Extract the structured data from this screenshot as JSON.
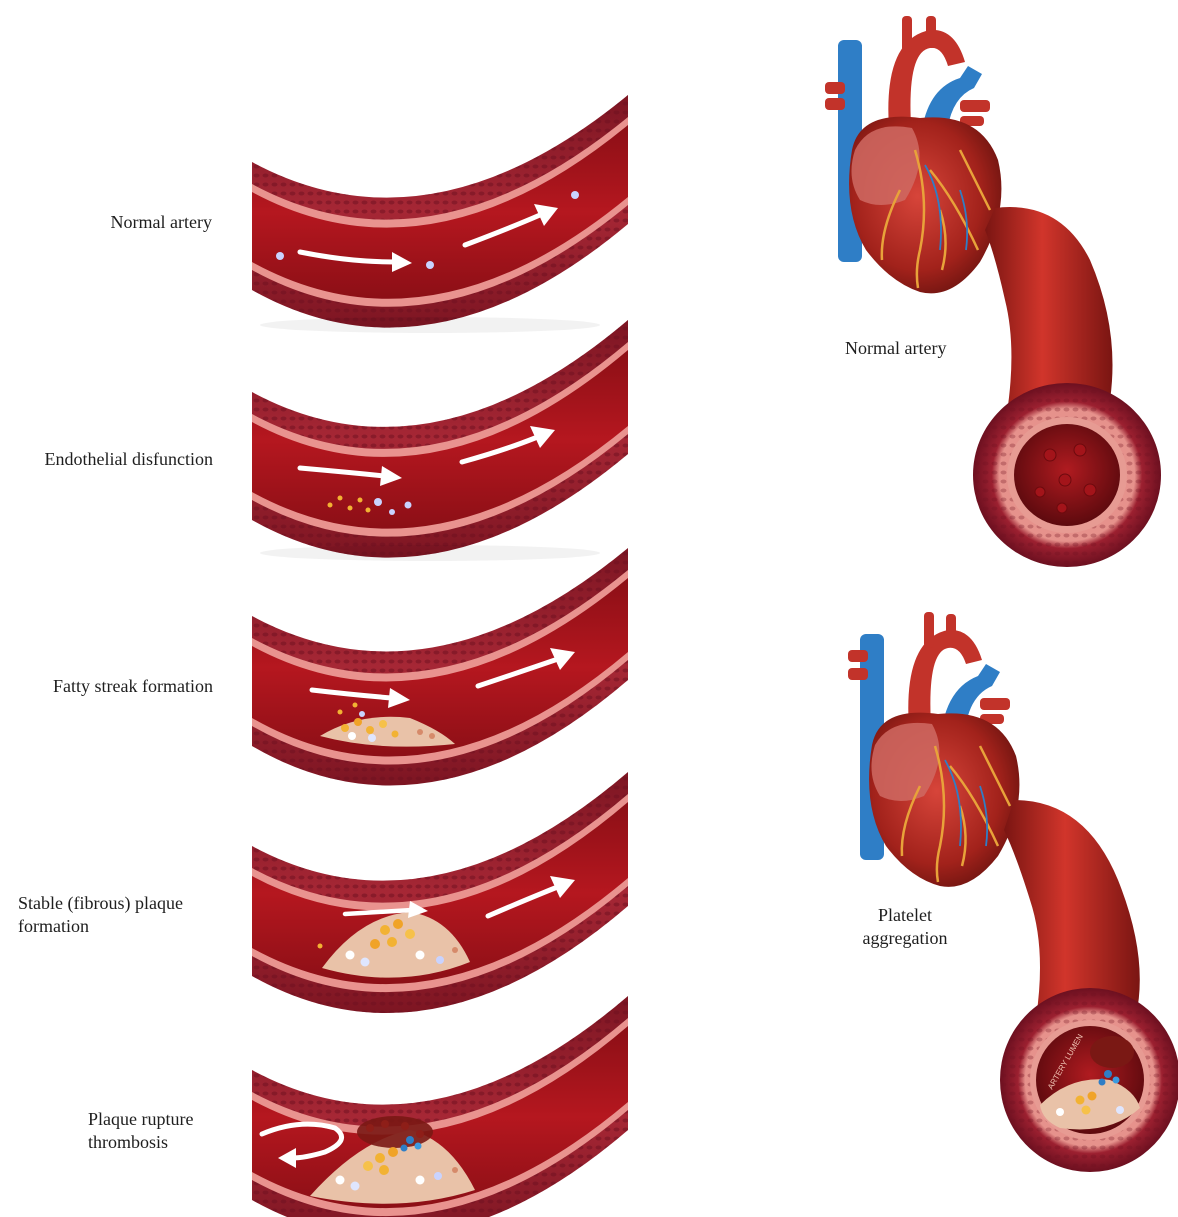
{
  "left_stages": [
    {
      "label_lines": [
        "Normal artery"
      ]
    },
    {
      "label_lines": [
        "Endothelial disfunction"
      ]
    },
    {
      "label_lines": [
        "Fatty streak formation"
      ]
    },
    {
      "label_lines": [
        "Stable (fibrous) plaque",
        "formation"
      ]
    },
    {
      "label_lines": [
        "Plaque rupture",
        "thrombosis"
      ]
    }
  ],
  "right_panels": [
    {
      "label_lines": [
        "Normal artery"
      ]
    },
    {
      "label_lines": [
        "Platelet",
        "aggregation"
      ]
    }
  ],
  "cross_section_text": "ARTERY LUMEN",
  "colors": {
    "vessel_wall": "#9b1c2a",
    "vessel_wall_light": "#e58a86",
    "lumen": "#a8141c",
    "plaque": "#e9c2a8",
    "lipid": "#f2b233",
    "heart": "#b52a22",
    "vein": "#2f7ec6",
    "coronary": "#e8a23a",
    "arrow": "#ffffff"
  }
}
